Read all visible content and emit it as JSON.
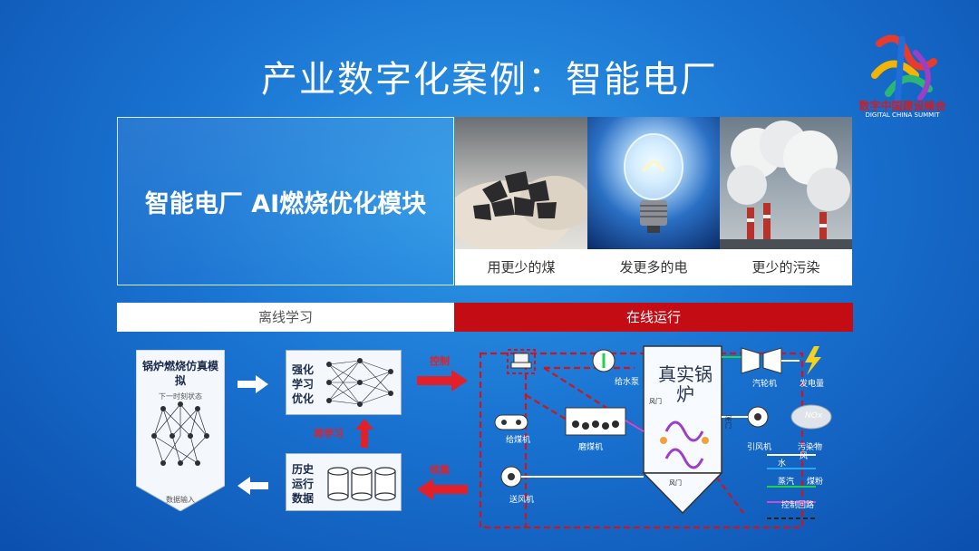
{
  "title": "产业数字化案例：智能电厂",
  "logo": {
    "cn": "数字中国建设峰会",
    "en": "DIGITAL CHINA SUMMIT",
    "glyph": "数"
  },
  "module_title": "智能电厂 AI燃烧优化模块",
  "benefits": [
    {
      "label": "用更少的煤"
    },
    {
      "label": "发更多的电"
    },
    {
      "label": "更少的污染"
    }
  ],
  "bars": {
    "offline": "离线学习",
    "online": "在线运行"
  },
  "offline": {
    "sim_title": "锅炉燃烧仿真模拟",
    "sim_sub": "下一时刻状态",
    "sim_input": "数据输入",
    "rl": "强化学习优化",
    "history": "历史运行数据",
    "relearn": "再学习"
  },
  "arrows": {
    "control": "控制",
    "collect": "收集"
  },
  "plant": {
    "boiler": "真实锅炉",
    "feed_pump": "给水泵",
    "turbine": "汽轮机",
    "power": "发电量",
    "coal_feeder": "给煤机",
    "mill": "磨煤机",
    "id_fan": "引风机",
    "pollutant": "污染物",
    "pollutant_badge": "NOx",
    "fd_fan": "送风机",
    "damper_a": "风门",
    "damper_b": "风门",
    "damper_c": "闸门"
  },
  "legend": [
    {
      "label": "风",
      "color": "#ffffff"
    },
    {
      "label": "水",
      "color": "#2aa7f0"
    },
    {
      "label": "蒸汽",
      "color": "#1fd14b"
    },
    {
      "label": "煤粉",
      "color": "#c74bd6"
    },
    {
      "label": "控制回路",
      "color": "#222222"
    }
  ]
}
